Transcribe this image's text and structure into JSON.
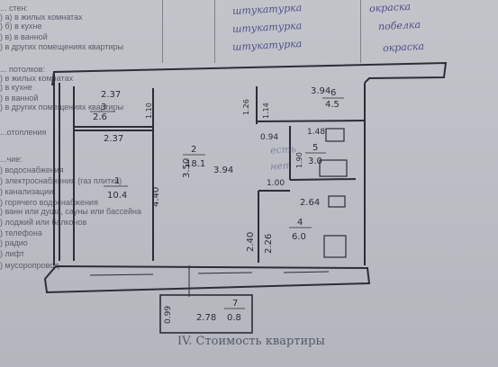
{
  "form_lines": [
    "... стен:",
    ") а) в жилых комнатах",
    ") б) в кухне",
    ") в) в ванной",
    ") в других помещениях квартиры",
    "... потолков:",
    ") в жилых комнатах",
    ") в кухне",
    ") в ванной",
    ") в других помещениях квартиры",
    "...отопления",
    "...чие:",
    ") водоснабжения",
    ") электроснабжения (газ плитки)",
    ") канализации",
    ") горячего водоснабжения",
    ") ванн или душа, сауны или бассейна",
    ") лоджий или балконов",
    ") телефона",
    ") радио",
    ") лифт",
    ") мусоропровод"
  ],
  "handwriting": [
    "штукатурка",
    "окраска",
    "штукатурка",
    "побелка",
    "штукатурка",
    "окраска",
    "есть",
    "нет"
  ],
  "plan": {
    "rooms": [
      {
        "num": "1",
        "area": "10.4"
      },
      {
        "num": "2",
        "area": "18.1"
      },
      {
        "num": "3",
        "area": "2.6"
      },
      {
        "num": "4",
        "area": "6.0"
      },
      {
        "num": "5",
        "area": "3.0"
      },
      {
        "num": "6",
        "area": "4.5"
      },
      {
        "num": "7",
        "area": "0.8"
      }
    ],
    "dims": [
      "2.37",
      "2.37",
      "1.10",
      "4.40",
      "3.50",
      "3.94",
      "3.94",
      "1.26",
      "1.14",
      "0.94",
      "1.48",
      "1.90",
      "1.00",
      "2.64",
      "2.40",
      "2.26",
      "2.78",
      "0.99"
    ]
  },
  "caption": "IV. Стоимость квартиры"
}
